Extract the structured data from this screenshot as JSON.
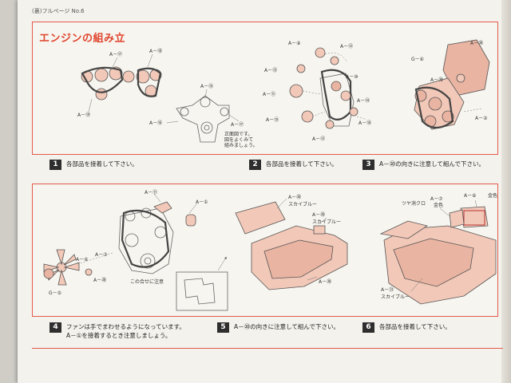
{
  "header": {
    "text": "(裏)フルページ No.6"
  },
  "section_title": "エンジンの組み立",
  "steps": [
    {
      "num": "1",
      "text": "各部品を接着して下さい。"
    },
    {
      "num": "2",
      "text": "各部品を接着して下さい。"
    },
    {
      "num": "3",
      "text": "A－⑳の向きに注意して組んで下さい。"
    },
    {
      "num": "4",
      "text": "ファンは手でまわせるようになっています。\nA－①を接着するとき注意しましょう。"
    },
    {
      "num": "5",
      "text": "A－⑳の向きに注意して組んで下さい。"
    },
    {
      "num": "6",
      "text": "各部品を接着して下さい。"
    }
  ],
  "diagram1": {
    "labels": [
      "A－⑰",
      "A－⑱",
      "A－⑲",
      "A－⑮",
      "A－⑯",
      "A－⑰"
    ],
    "note": "正面図です。\n図をよくみて\n組みましょう。"
  },
  "diagram2": {
    "labels": [
      "A－⑨",
      "A－⑫",
      "A－⑬",
      "A－⑩",
      "A－⑪",
      "A－⑭",
      "A－⑮",
      "A－⑯",
      "A－⑫"
    ]
  },
  "diagram3": {
    "labels": [
      "G－⑥",
      "A－⑳",
      "A－⑳",
      "A－②"
    ]
  },
  "diagram4": {
    "labels": [
      "A－⑪",
      "A－①",
      "A－⑦",
      "A－⑥",
      "A－㉘",
      "G－⑤"
    ],
    "inset_caption": "この合せに注意"
  },
  "diagram5": {
    "labels": [
      "A－⑳",
      "スカイブルー",
      "A－⑳",
      "スカイブルー",
      "A－⑳"
    ]
  },
  "diagram6": {
    "labels": [
      "A－⑥",
      "金色",
      "A－⑦",
      "金色",
      "ツヤ消クロ",
      "A－㉛",
      "スカイブルー"
    ]
  }
}
